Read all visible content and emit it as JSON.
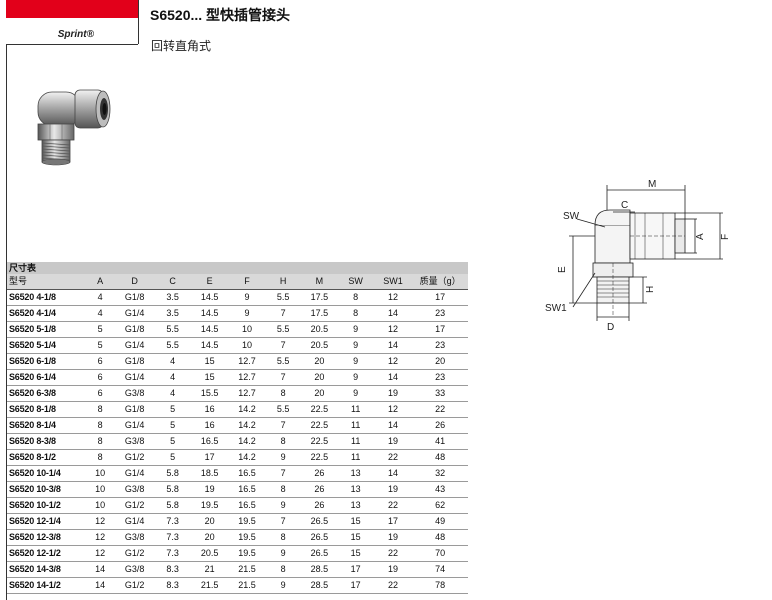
{
  "header": {
    "title": "S6520... 型快插管接头",
    "subtitle": "回转直角式",
    "brand": "Sprint®"
  },
  "diagram": {
    "labels": {
      "m": "M",
      "c": "C",
      "sw": "SW",
      "a": "A",
      "f": "F",
      "e": "E",
      "sw1": "SW1",
      "h": "H",
      "d": "D"
    }
  },
  "table": {
    "caption": "尺寸表",
    "columns": [
      "型号",
      "A",
      "D",
      "C",
      "E",
      "F",
      "H",
      "M",
      "SW",
      "SW1",
      "质量（g）"
    ],
    "rows": [
      [
        "S6520 4-1/8",
        "4",
        "G1/8",
        "3.5",
        "14.5",
        "9",
        "5.5",
        "17.5",
        "8",
        "12",
        "17"
      ],
      [
        "S6520 4-1/4",
        "4",
        "G1/4",
        "3.5",
        "14.5",
        "9",
        "7",
        "17.5",
        "8",
        "14",
        "23"
      ],
      [
        "S6520 5-1/8",
        "5",
        "G1/8",
        "5.5",
        "14.5",
        "10",
        "5.5",
        "20.5",
        "9",
        "12",
        "17"
      ],
      [
        "S6520 5-1/4",
        "5",
        "G1/4",
        "5.5",
        "14.5",
        "10",
        "7",
        "20.5",
        "9",
        "14",
        "23"
      ],
      [
        "S6520 6-1/8",
        "6",
        "G1/8",
        "4",
        "15",
        "12.7",
        "5.5",
        "20",
        "9",
        "12",
        "20"
      ],
      [
        "S6520 6-1/4",
        "6",
        "G1/4",
        "4",
        "15",
        "12.7",
        "7",
        "20",
        "9",
        "14",
        "23"
      ],
      [
        "S6520 6-3/8",
        "6",
        "G3/8",
        "4",
        "15.5",
        "12.7",
        "8",
        "20",
        "9",
        "19",
        "33"
      ],
      [
        "S6520 8-1/8",
        "8",
        "G1/8",
        "5",
        "16",
        "14.2",
        "5.5",
        "22.5",
        "11",
        "12",
        "22"
      ],
      [
        "S6520 8-1/4",
        "8",
        "G1/4",
        "5",
        "16",
        "14.2",
        "7",
        "22.5",
        "11",
        "14",
        "26"
      ],
      [
        "S6520 8-3/8",
        "8",
        "G3/8",
        "5",
        "16.5",
        "14.2",
        "8",
        "22.5",
        "11",
        "19",
        "41"
      ],
      [
        "S6520 8-1/2",
        "8",
        "G1/2",
        "5",
        "17",
        "14.2",
        "9",
        "22.5",
        "11",
        "22",
        "48"
      ],
      [
        "S6520 10-1/4",
        "10",
        "G1/4",
        "5.8",
        "18.5",
        "16.5",
        "7",
        "26",
        "13",
        "14",
        "32"
      ],
      [
        "S6520 10-3/8",
        "10",
        "G3/8",
        "5.8",
        "19",
        "16.5",
        "8",
        "26",
        "13",
        "19",
        "43"
      ],
      [
        "S6520 10-1/2",
        "10",
        "G1/2",
        "5.8",
        "19.5",
        "16.5",
        "9",
        "26",
        "13",
        "22",
        "62"
      ],
      [
        "S6520 12-1/4",
        "12",
        "G1/4",
        "7.3",
        "20",
        "19.5",
        "7",
        "26.5",
        "15",
        "17",
        "49"
      ],
      [
        "S6520 12-3/8",
        "12",
        "G3/8",
        "7.3",
        "20",
        "19.5",
        "8",
        "26.5",
        "15",
        "19",
        "48"
      ],
      [
        "S6520 12-1/2",
        "12",
        "G1/2",
        "7.3",
        "20.5",
        "19.5",
        "9",
        "26.5",
        "15",
        "22",
        "70"
      ],
      [
        "S6520 14-3/8",
        "14",
        "G3/8",
        "8.3",
        "21",
        "21.5",
        "8",
        "28.5",
        "17",
        "19",
        "74"
      ],
      [
        "S6520 14-1/2",
        "14",
        "G1/2",
        "8.3",
        "21.5",
        "21.5",
        "9",
        "28.5",
        "17",
        "22",
        "78"
      ]
    ]
  }
}
